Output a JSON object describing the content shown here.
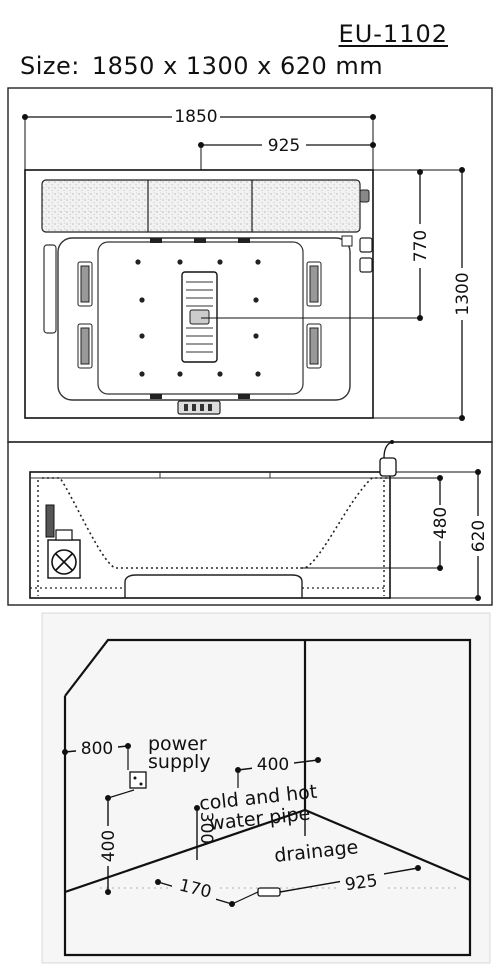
{
  "header": {
    "model": "EU-1102",
    "size_label": "Size:",
    "size_value": "1850 x 1300 x 620 mm"
  },
  "top_view": {
    "dim_width": "1850",
    "dim_half_width": "925",
    "dim_770": "770",
    "dim_depth": "1300"
  },
  "side_view": {
    "dim_480": "480",
    "dim_height": "620"
  },
  "install_view": {
    "dim_800": "800",
    "label_power_line1": "power",
    "label_power_line2": "supply",
    "dim_400_top": "400",
    "dim_400_left": "400",
    "dim_300": "300",
    "label_pipe_line1": "cold and hot",
    "label_pipe_line2": "water pipe",
    "label_drain": "drainage",
    "dim_170": "170",
    "dim_925": "925"
  }
}
